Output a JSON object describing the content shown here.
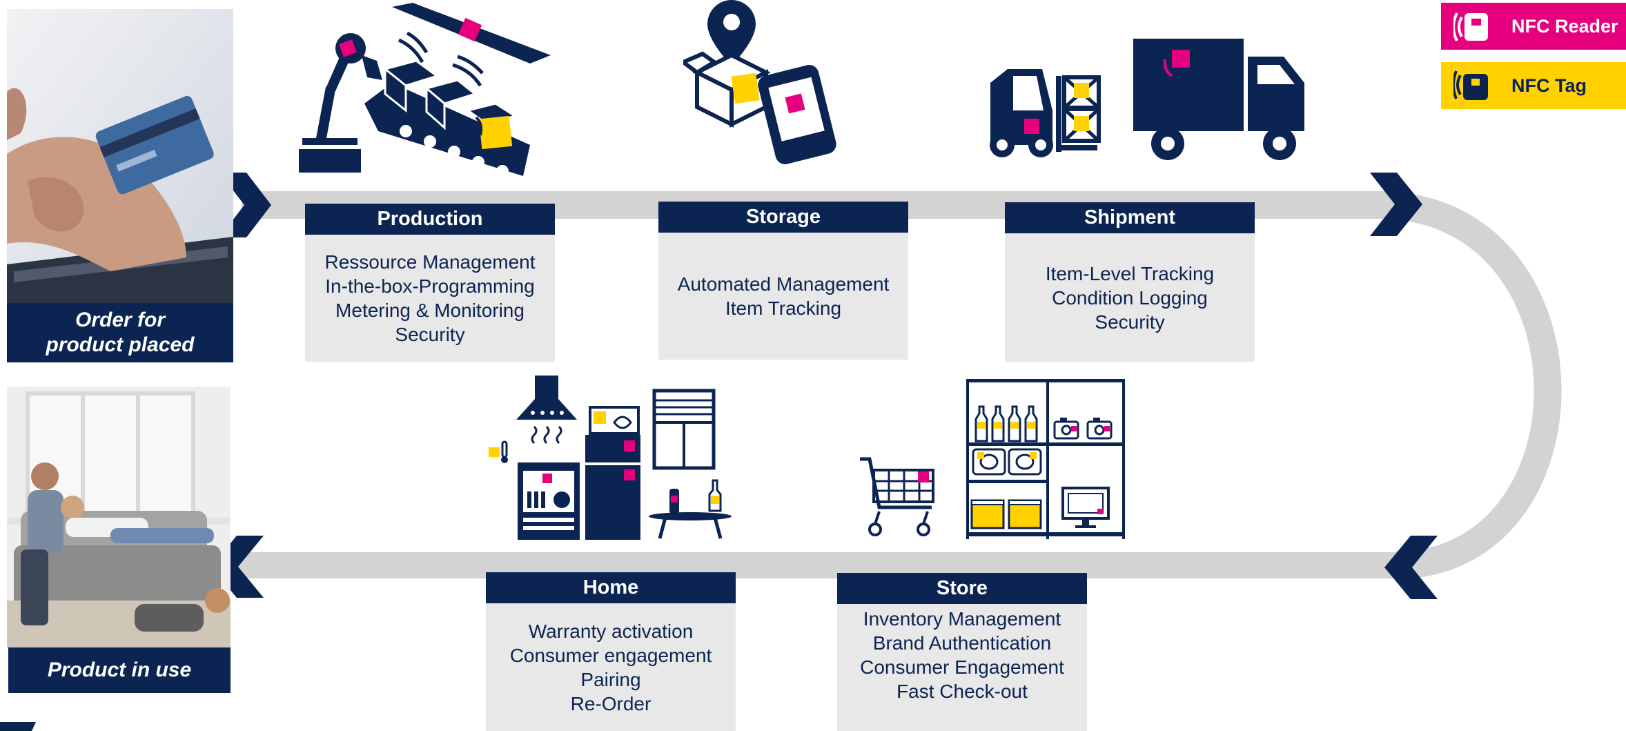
{
  "colors": {
    "navy": "#0c2452",
    "magenta": "#e6007e",
    "yellow": "#ffd200",
    "flow_gray": "#d3d3d3",
    "card_gray": "#e8e8e8"
  },
  "legend": [
    {
      "label": "NFC Reader",
      "color": "#e6007e",
      "text_color": "#ffffff",
      "icon": "nfc-reader-icon"
    },
    {
      "label": "NFC Tag",
      "color": "#ffd200",
      "text_color": "#0c2452",
      "icon": "nfc-tag-icon"
    }
  ],
  "photos": {
    "order": {
      "caption_line1": "Order for",
      "caption_line2": "product placed",
      "image": "hand-holding-credit-card-at-laptop"
    },
    "in_use": {
      "caption": "Product in use",
      "image": "family-on-sofa-at-home"
    }
  },
  "stages": {
    "production": {
      "title": "Production",
      "items": [
        "Ressource Management",
        "In-the-box-Programming",
        "Metering & Monitoring",
        "Security"
      ]
    },
    "storage": {
      "title": "Storage",
      "items": [
        "Automated Management",
        "Item Tracking"
      ]
    },
    "shipment": {
      "title": "Shipment",
      "items": [
        "Item-Level Tracking",
        "Condition Logging",
        "Security"
      ]
    },
    "home": {
      "title": "Home",
      "items": [
        "Warranty activation",
        "Consumer engagement",
        "Pairing",
        "Re-Order"
      ]
    },
    "store": {
      "title": "Store",
      "items": [
        "Inventory Management",
        "Brand Authentication",
        "Consumer Engagement",
        "Fast Check-out"
      ]
    }
  },
  "illustrations": [
    "production-robot-conveyor-icon",
    "storage-box-location-phone-icon",
    "shipment-forklift-truck-icon",
    "home-kitchen-icon",
    "store-shelf-cart-icon"
  ]
}
